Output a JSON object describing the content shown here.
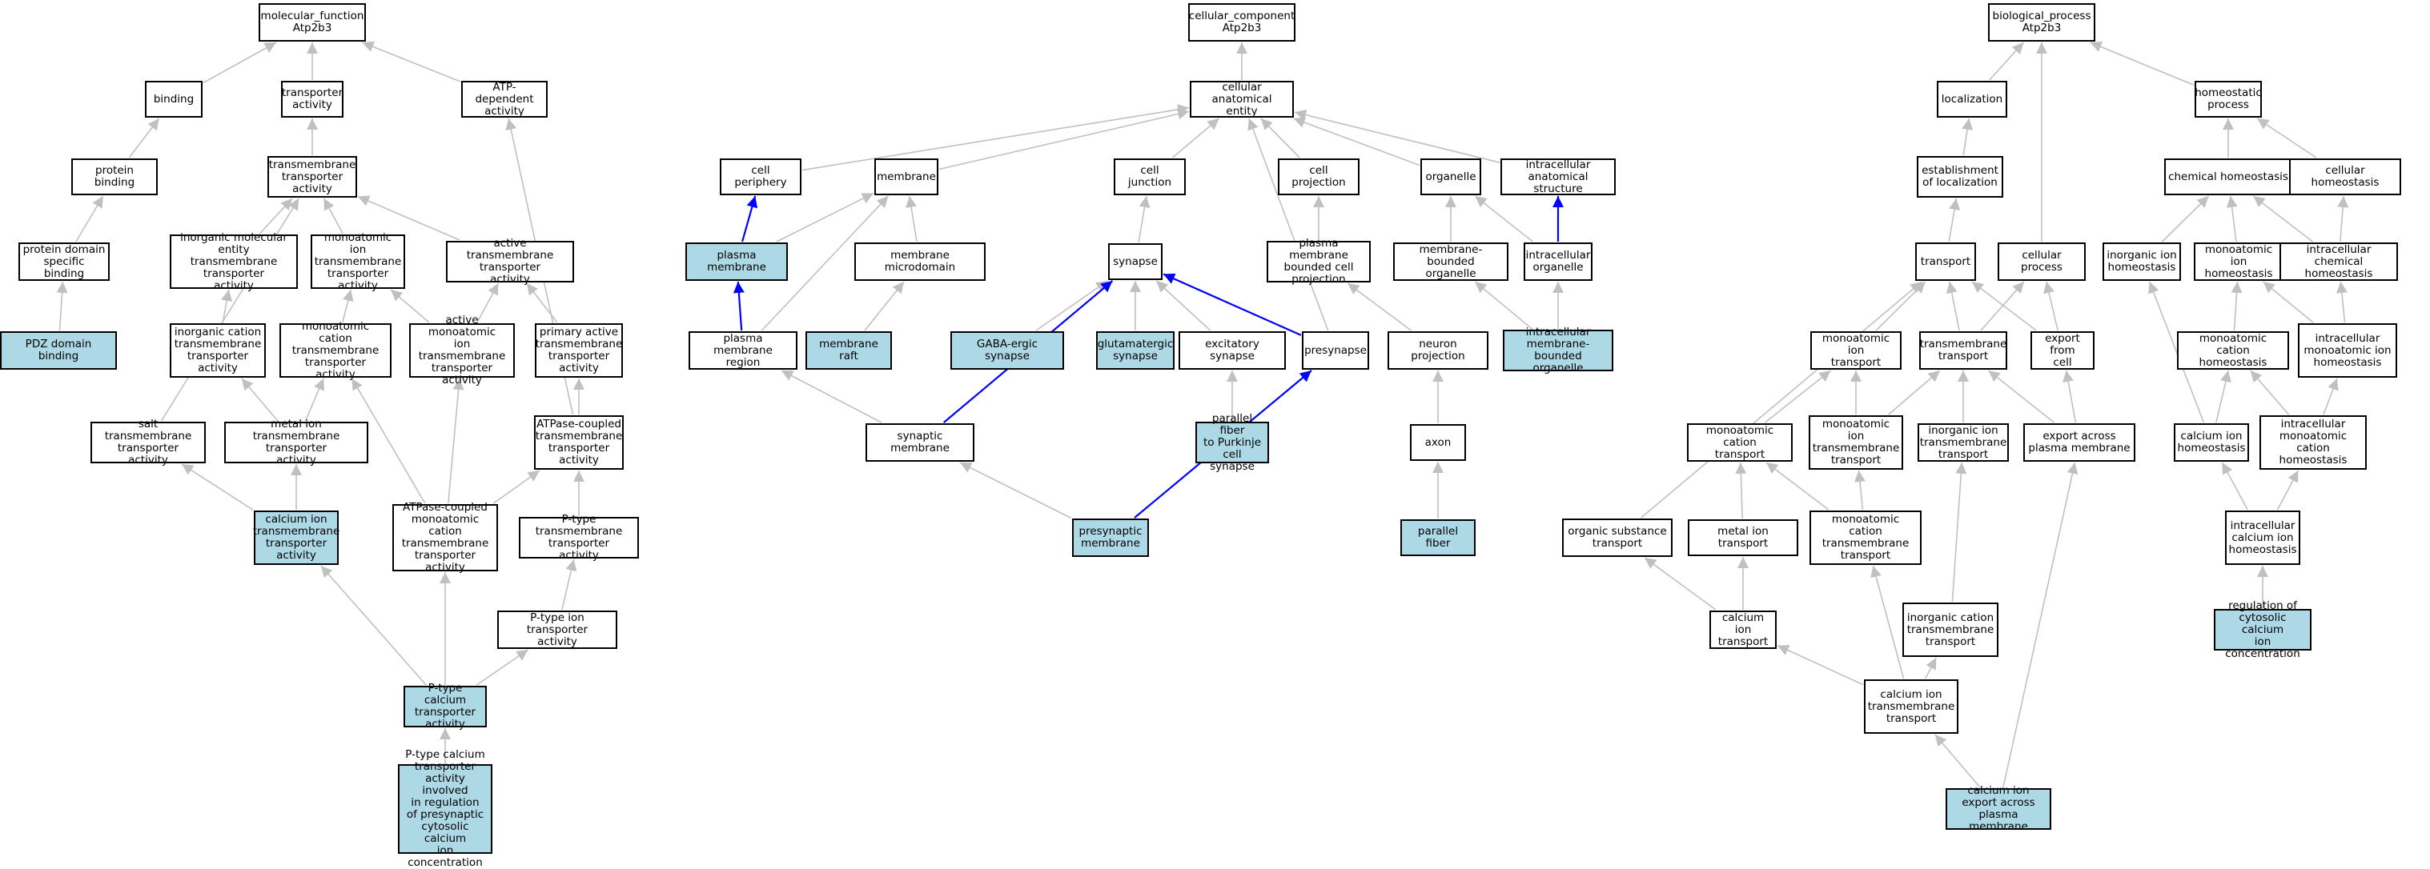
{
  "colors": {
    "edge": "#c0c0c0",
    "edge_highlight": "#0000ff",
    "node_highlight": "#add8e6",
    "node_border": "#000000"
  },
  "nodes": [
    {
      "id": "mf_root",
      "label": "molecular_function\nAtp2b3",
      "hl": false
    },
    {
      "id": "binding",
      "label": "binding",
      "hl": false
    },
    {
      "id": "transporter_act",
      "label": "transporter\nactivity",
      "hl": false
    },
    {
      "id": "atp_dep",
      "label": "ATP-dependent\nactivity",
      "hl": false
    },
    {
      "id": "protein_binding",
      "label": "protein binding",
      "hl": false
    },
    {
      "id": "tm_transporter",
      "label": "transmembrane\ntransporter\nactivity",
      "hl": false
    },
    {
      "id": "prot_domain",
      "label": "protein domain\nspecific binding",
      "hl": false
    },
    {
      "id": "inorg_mol",
      "label": "inorganic molecular\nentity transmembrane\ntransporter\nactivity",
      "hl": false
    },
    {
      "id": "mono_ion_tm",
      "label": "monoatomic ion\ntransmembrane\ntransporter\nactivity",
      "hl": false
    },
    {
      "id": "active_tm",
      "label": "active transmembrane\ntransporter\nactivity",
      "hl": false
    },
    {
      "id": "pdz",
      "label": "PDZ domain binding",
      "hl": true
    },
    {
      "id": "inorg_cation",
      "label": "inorganic cation\ntransmembrane\ntransporter\nactivity",
      "hl": false
    },
    {
      "id": "mono_cation_tm",
      "label": "monoatomic cation\ntransmembrane\ntransporter\nactivity",
      "hl": false
    },
    {
      "id": "active_mono",
      "label": "active monoatomic\nion transmembrane\ntransporter\nactivity",
      "hl": false
    },
    {
      "id": "primary_active",
      "label": "primary active\ntransmembrane\ntransporter\nactivity",
      "hl": false
    },
    {
      "id": "salt_tm",
      "label": "salt transmembrane\ntransporter\nactivity",
      "hl": false
    },
    {
      "id": "metal_ion_tm",
      "label": "metal ion transmembrane\ntransporter\nactivity",
      "hl": false
    },
    {
      "id": "atpase_coupled",
      "label": "ATPase-coupled\ntransmembrane\ntransporter\nactivity",
      "hl": false
    },
    {
      "id": "ca_ion_tm_act",
      "label": "calcium ion\ntransmembrane\ntransporter\nactivity",
      "hl": true
    },
    {
      "id": "atpase_mono",
      "label": "ATPase-coupled\nmonoatomic cation\ntransmembrane\ntransporter\nactivity",
      "hl": false
    },
    {
      "id": "ptype_tm",
      "label": "P-type transmembrane\ntransporter\nactivity",
      "hl": false
    },
    {
      "id": "ptype_ion",
      "label": "P-type ion transporter\nactivity",
      "hl": false
    },
    {
      "id": "ptype_ca",
      "label": "P-type calcium\ntransporter\nactivity",
      "hl": true
    },
    {
      "id": "ptype_ca_presyn",
      "label": "P-type calcium\ntransporter\nactivity involved\nin regulation\nof presynaptic\ncytosolic calcium\nion concentration",
      "hl": true
    },
    {
      "id": "cc_root",
      "label": "cellular_component\nAtp2b3",
      "hl": false
    },
    {
      "id": "cae",
      "label": "cellular anatomical\nentity",
      "hl": false
    },
    {
      "id": "cell_periphery",
      "label": "cell periphery",
      "hl": false
    },
    {
      "id": "membrane",
      "label": "membrane",
      "hl": false
    },
    {
      "id": "cell_junction",
      "label": "cell junction",
      "hl": false
    },
    {
      "id": "cell_projection",
      "label": "cell projection",
      "hl": false
    },
    {
      "id": "organelle",
      "label": "organelle",
      "hl": false
    },
    {
      "id": "intracell_anat",
      "label": "intracellular\nanatomical structure",
      "hl": false
    },
    {
      "id": "plasma_membrane",
      "label": "plasma membrane",
      "hl": true
    },
    {
      "id": "membrane_micro",
      "label": "membrane microdomain",
      "hl": false
    },
    {
      "id": "synapse",
      "label": "synapse",
      "hl": false
    },
    {
      "id": "pm_bounded_proj",
      "label": "plasma membrane\nbounded cell\nprojection",
      "hl": false
    },
    {
      "id": "mb_organelle",
      "label": "membrane-bounded\norganelle",
      "hl": false
    },
    {
      "id": "intracell_organelle",
      "label": "intracellular\norganelle",
      "hl": false
    },
    {
      "id": "pm_region",
      "label": "plasma membrane\nregion",
      "hl": false
    },
    {
      "id": "membrane_raft",
      "label": "membrane raft",
      "hl": true
    },
    {
      "id": "gaba_synapse",
      "label": "GABA-ergic synapse",
      "hl": true
    },
    {
      "id": "glut_synapse",
      "label": "glutamatergic\nsynapse",
      "hl": true
    },
    {
      "id": "excit_synapse",
      "label": "excitatory synapse",
      "hl": false
    },
    {
      "id": "presynapse",
      "label": "presynapse",
      "hl": false
    },
    {
      "id": "neuron_proj",
      "label": "neuron projection",
      "hl": false
    },
    {
      "id": "intracell_mb_org",
      "label": "intracellular\nmembrane-bounded\norganelle",
      "hl": true
    },
    {
      "id": "synaptic_membrane",
      "label": "synaptic membrane",
      "hl": false
    },
    {
      "id": "parallel_purkinje",
      "label": "parallel fiber\nto Purkinje\ncell synapse",
      "hl": true
    },
    {
      "id": "axon",
      "label": "axon",
      "hl": false
    },
    {
      "id": "presyn_membrane",
      "label": "presynaptic\nmembrane",
      "hl": true
    },
    {
      "id": "parallel_fiber",
      "label": "parallel fiber",
      "hl": true
    },
    {
      "id": "bp_root",
      "label": "biological_process\nAtp2b3",
      "hl": false
    },
    {
      "id": "localization",
      "label": "localization",
      "hl": false
    },
    {
      "id": "homeostatic",
      "label": "homeostatic\nprocess",
      "hl": false
    },
    {
      "id": "establishment",
      "label": "establishment\nof localization",
      "hl": false
    },
    {
      "id": "chem_homeo",
      "label": "chemical homeostasis",
      "hl": false
    },
    {
      "id": "cell_homeo",
      "label": "cellular homeostasis",
      "hl": false
    },
    {
      "id": "transport",
      "label": "transport",
      "hl": false
    },
    {
      "id": "cellular_process",
      "label": "cellular process",
      "hl": false
    },
    {
      "id": "inorg_ion_homeo",
      "label": "inorganic ion\nhomeostasis",
      "hl": false
    },
    {
      "id": "mono_ion_homeo",
      "label": "monoatomic ion\nhomeostasis",
      "hl": false
    },
    {
      "id": "intracell_chem_homeo",
      "label": "intracellular\nchemical homeostasis",
      "hl": false
    },
    {
      "id": "mono_ion_transport",
      "label": "monoatomic ion\ntransport",
      "hl": false
    },
    {
      "id": "tm_transport",
      "label": "transmembrane\ntransport",
      "hl": false
    },
    {
      "id": "export_from_cell",
      "label": "export from\ncell",
      "hl": false
    },
    {
      "id": "mono_cation_homeo",
      "label": "monoatomic cation\nhomeostasis",
      "hl": false
    },
    {
      "id": "intracell_mono_ion_homeo",
      "label": "intracellular\nmonoatomic ion\nhomeostasis",
      "hl": false
    },
    {
      "id": "mono_cation_transport",
      "label": "monoatomic cation\ntransport",
      "hl": false
    },
    {
      "id": "mono_ion_tm_transport",
      "label": "monoatomic ion\ntransmembrane\ntransport",
      "hl": false
    },
    {
      "id": "inorg_ion_tm_transport",
      "label": "inorganic ion\ntransmembrane\ntransport",
      "hl": false
    },
    {
      "id": "export_across_pm",
      "label": "export across\nplasma membrane",
      "hl": false
    },
    {
      "id": "ca_ion_homeo",
      "label": "calcium ion\nhomeostasis",
      "hl": false
    },
    {
      "id": "intracell_mono_cation_homeo",
      "label": "intracellular\nmonoatomic cation\nhomeostasis",
      "hl": false
    },
    {
      "id": "org_subst_transport",
      "label": "organic substance\ntransport",
      "hl": false
    },
    {
      "id": "metal_ion_transport",
      "label": "metal ion transport",
      "hl": false
    },
    {
      "id": "mono_cation_tm_transport",
      "label": "monoatomic cation\ntransmembrane\ntransport",
      "hl": false
    },
    {
      "id": "intracell_ca_homeo",
      "label": "intracellular\ncalcium ion\nhomeostasis",
      "hl": false
    },
    {
      "id": "ca_ion_transport",
      "label": "calcium ion\ntransport",
      "hl": false
    },
    {
      "id": "inorg_cation_tm_transport",
      "label": "inorganic cation\ntransmembrane\ntransport",
      "hl": false
    },
    {
      "id": "reg_cyto_ca",
      "label": "regulation of\ncytosolic calcium\nion concentration",
      "hl": true
    },
    {
      "id": "ca_ion_tm_transport",
      "label": "calcium ion\ntransmembrane\ntransport",
      "hl": false
    },
    {
      "id": "ca_export_pm",
      "label": "calcium ion\nexport across\nplasma membrane",
      "hl": true
    }
  ],
  "edges": [
    [
      "binding",
      "mf_root"
    ],
    [
      "transporter_act",
      "mf_root"
    ],
    [
      "atp_dep",
      "mf_root"
    ],
    [
      "protein_binding",
      "binding"
    ],
    [
      "tm_transporter",
      "transporter_act"
    ],
    [
      "prot_domain",
      "protein_binding"
    ],
    [
      "pdz",
      "prot_domain"
    ],
    [
      "inorg_mol",
      "tm_transporter"
    ],
    [
      "mono_ion_tm",
      "tm_transporter"
    ],
    [
      "active_tm",
      "tm_transporter"
    ],
    [
      "salt_tm",
      "tm_transporter"
    ],
    [
      "inorg_cation",
      "inorg_mol"
    ],
    [
      "mono_cation_tm",
      "mono_ion_tm"
    ],
    [
      "active_mono",
      "mono_ion_tm"
    ],
    [
      "active_mono",
      "active_tm"
    ],
    [
      "primary_active",
      "active_tm"
    ],
    [
      "metal_ion_tm",
      "inorg_cation"
    ],
    [
      "metal_ion_tm",
      "mono_cation_tm"
    ],
    [
      "atpase_coupled",
      "primary_active"
    ],
    [
      "atpase_coupled",
      "atp_dep"
    ],
    [
      "ca_ion_tm_act",
      "salt_tm"
    ],
    [
      "ca_ion_tm_act",
      "metal_ion_tm"
    ],
    [
      "atpase_mono",
      "mono_cation_tm"
    ],
    [
      "atpase_mono",
      "active_mono"
    ],
    [
      "atpase_mono",
      "atpase_coupled"
    ],
    [
      "ptype_tm",
      "atpase_coupled"
    ],
    [
      "ptype_ion",
      "ptype_tm"
    ],
    [
      "ptype_ca",
      "ca_ion_tm_act"
    ],
    [
      "ptype_ca",
      "atpase_mono"
    ],
    [
      "ptype_ca",
      "ptype_ion"
    ],
    [
      "ptype_ca_presyn",
      "ptype_ca"
    ],
    [
      "cae",
      "cc_root"
    ],
    [
      "cell_periphery",
      "cae"
    ],
    [
      "membrane",
      "cae"
    ],
    [
      "cell_junction",
      "cae"
    ],
    [
      "cell_projection",
      "cae"
    ],
    [
      "organelle",
      "cae"
    ],
    [
      "intracell_anat",
      "cae"
    ],
    [
      "presynapse",
      "cae"
    ],
    [
      "plasma_membrane",
      "cell_periphery",
      true
    ],
    [
      "plasma_membrane",
      "membrane"
    ],
    [
      "membrane_micro",
      "membrane"
    ],
    [
      "synapse",
      "cell_junction"
    ],
    [
      "pm_bounded_proj",
      "cell_projection"
    ],
    [
      "mb_organelle",
      "organelle"
    ],
    [
      "intracell_organelle",
      "organelle"
    ],
    [
      "intracell_organelle",
      "intracell_anat",
      true
    ],
    [
      "pm_region",
      "plasma_membrane",
      true
    ],
    [
      "pm_region",
      "membrane"
    ],
    [
      "membrane_raft",
      "membrane_micro"
    ],
    [
      "gaba_synapse",
      "synapse"
    ],
    [
      "glut_synapse",
      "synapse"
    ],
    [
      "excit_synapse",
      "synapse"
    ],
    [
      "presynapse",
      "synapse",
      true
    ],
    [
      "neuron_proj",
      "pm_bounded_proj"
    ],
    [
      "intracell_mb_org",
      "mb_organelle"
    ],
    [
      "intracell_mb_org",
      "intracell_organelle"
    ],
    [
      "synaptic_membrane",
      "pm_region"
    ],
    [
      "synaptic_membrane",
      "synapse",
      true
    ],
    [
      "parallel_purkinje",
      "excit_synapse"
    ],
    [
      "axon",
      "neuron_proj"
    ],
    [
      "presyn_membrane",
      "synaptic_membrane"
    ],
    [
      "presyn_membrane",
      "presynapse",
      true
    ],
    [
      "parallel_fiber",
      "axon"
    ],
    [
      "localization",
      "bp_root"
    ],
    [
      "cellular_process",
      "bp_root"
    ],
    [
      "homeostatic",
      "bp_root"
    ],
    [
      "establishment",
      "localization"
    ],
    [
      "chem_homeo",
      "homeostatic"
    ],
    [
      "cell_homeo",
      "homeostatic"
    ],
    [
      "transport",
      "establishment"
    ],
    [
      "inorg_ion_homeo",
      "chem_homeo"
    ],
    [
      "mono_ion_homeo",
      "chem_homeo"
    ],
    [
      "intracell_chem_homeo",
      "chem_homeo"
    ],
    [
      "intracell_chem_homeo",
      "cell_homeo"
    ],
    [
      "mono_ion_transport",
      "transport"
    ],
    [
      "tm_transport",
      "transport"
    ],
    [
      "tm_transport",
      "cellular_process"
    ],
    [
      "export_from_cell",
      "transport"
    ],
    [
      "export_from_cell",
      "cellular_process"
    ],
    [
      "mono_cation_homeo",
      "mono_ion_homeo"
    ],
    [
      "intracell_mono_ion_homeo",
      "mono_ion_homeo"
    ],
    [
      "intracell_mono_ion_homeo",
      "intracell_chem_homeo"
    ],
    [
      "mono_cation_transport",
      "mono_ion_transport"
    ],
    [
      "mono_ion_tm_transport",
      "mono_ion_transport"
    ],
    [
      "mono_ion_tm_transport",
      "tm_transport"
    ],
    [
      "inorg_ion_tm_transport",
      "tm_transport"
    ],
    [
      "export_across_pm",
      "tm_transport"
    ],
    [
      "export_across_pm",
      "export_from_cell"
    ],
    [
      "ca_ion_homeo",
      "inorg_ion_homeo"
    ],
    [
      "ca_ion_homeo",
      "mono_cation_homeo"
    ],
    [
      "intracell_mono_cation_homeo",
      "mono_cation_homeo"
    ],
    [
      "intracell_mono_cation_homeo",
      "intracell_mono_ion_homeo"
    ],
    [
      "org_subst_transport",
      "transport"
    ],
    [
      "metal_ion_transport",
      "mono_cation_transport"
    ],
    [
      "mono_cation_tm_transport",
      "mono_cation_transport"
    ],
    [
      "mono_cation_tm_transport",
      "mono_ion_tm_transport"
    ],
    [
      "intracell_ca_homeo",
      "ca_ion_homeo"
    ],
    [
      "intracell_ca_homeo",
      "intracell_mono_cation_homeo"
    ],
    [
      "ca_ion_transport",
      "metal_ion_transport"
    ],
    [
      "ca_ion_transport",
      "org_subst_transport"
    ],
    [
      "inorg_cation_tm_transport",
      "inorg_ion_tm_transport"
    ],
    [
      "reg_cyto_ca",
      "intracell_ca_homeo"
    ],
    [
      "ca_ion_tm_transport",
      "ca_ion_transport"
    ],
    [
      "ca_ion_tm_transport",
      "mono_cation_tm_transport"
    ],
    [
      "ca_ion_tm_transport",
      "inorg_cation_tm_transport"
    ],
    [
      "ca_export_pm",
      "ca_ion_tm_transport"
    ],
    [
      "ca_export_pm",
      "export_across_pm"
    ]
  ]
}
